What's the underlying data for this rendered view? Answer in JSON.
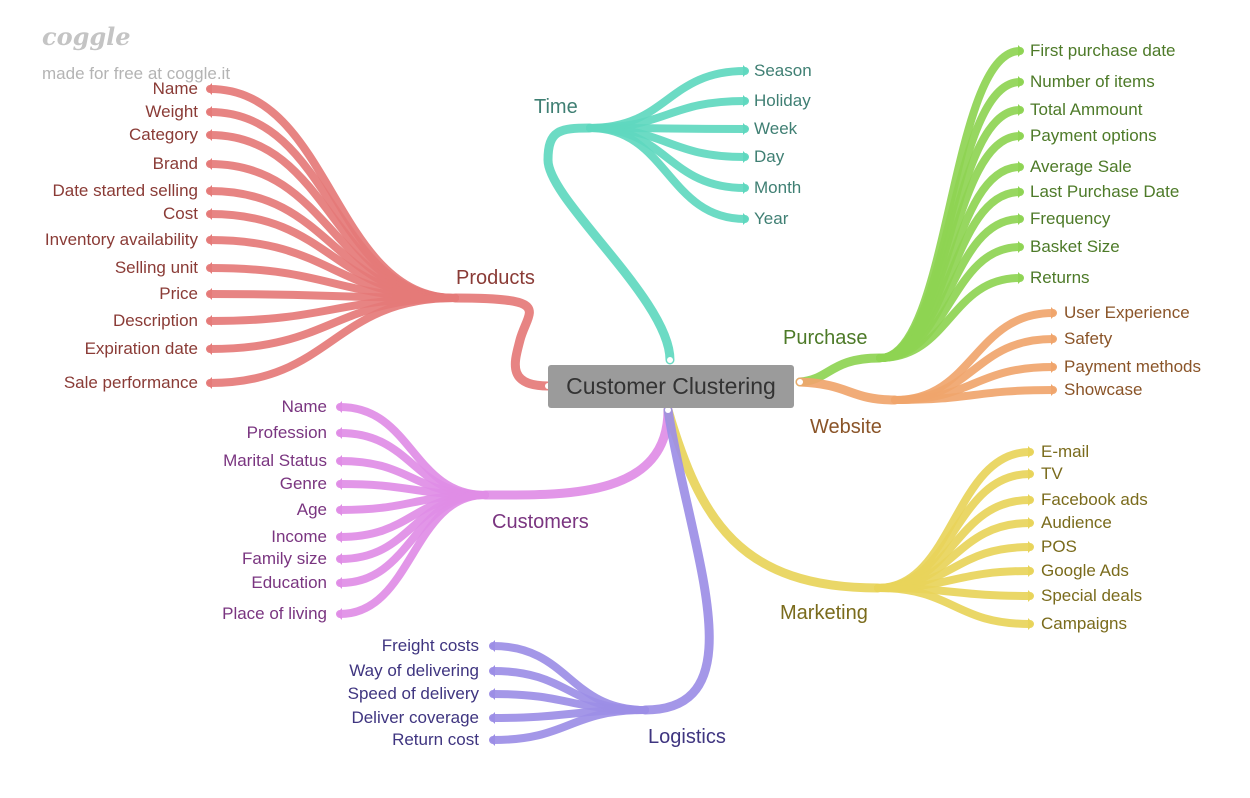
{
  "watermark": {
    "logo": "coggle",
    "credit": "made for free at coggle.it"
  },
  "root": {
    "label": "Customer Clustering"
  },
  "branches": [
    {
      "id": "time",
      "label": "Time",
      "color": "#5fd8bf",
      "text_color": "#3f7f73",
      "leaves": [
        "Season",
        "Holiday",
        "Week",
        "Day",
        "Month",
        "Year"
      ]
    },
    {
      "id": "products",
      "label": "Products",
      "color": "#e57a78",
      "text_color": "#8a3b36",
      "leaves": [
        "Name",
        "Weight",
        "Category",
        "Brand",
        "Date started selling",
        "Cost",
        "Inventory availability",
        "Selling unit",
        "Price",
        "Description",
        "Expiration date",
        "Sale performance"
      ]
    },
    {
      "id": "purchase",
      "label": "Purchase",
      "color": "#8ed453",
      "text_color": "#4d7a28",
      "leaves": [
        "First purchase date",
        "Number of items",
        "Total Ammount",
        "Payment options",
        "Average Sale",
        "Last Purchase Date",
        "Frequency",
        "Basket Size",
        "Returns"
      ]
    },
    {
      "id": "website",
      "label": "Website",
      "color": "#f0a56c",
      "text_color": "#8a5428",
      "leaves": [
        "User Experience",
        "Safety",
        "Payment methods",
        "Showcase"
      ]
    },
    {
      "id": "customers",
      "label": "Customers",
      "color": "#e08de6",
      "text_color": "#7a3580",
      "leaves": [
        "Name",
        "Profession",
        "Marital Status",
        "Genre",
        "Age",
        "Income",
        "Family size",
        "Education",
        "Place of living"
      ]
    },
    {
      "id": "marketing",
      "label": "Marketing",
      "color": "#e8d45a",
      "text_color": "#7a6b1c",
      "leaves": [
        "E-mail",
        "TV",
        "Facebook ads",
        "Audience",
        "POS",
        "Google Ads",
        "Special deals",
        "Campaigns"
      ]
    },
    {
      "id": "logistics",
      "label": "Logistics",
      "color": "#9c8ee6",
      "text_color": "#3f3580",
      "leaves": [
        "Freight costs",
        "Way of delivering",
        "Speed of delivery",
        "Deliver coverage",
        "Return cost"
      ]
    }
  ]
}
